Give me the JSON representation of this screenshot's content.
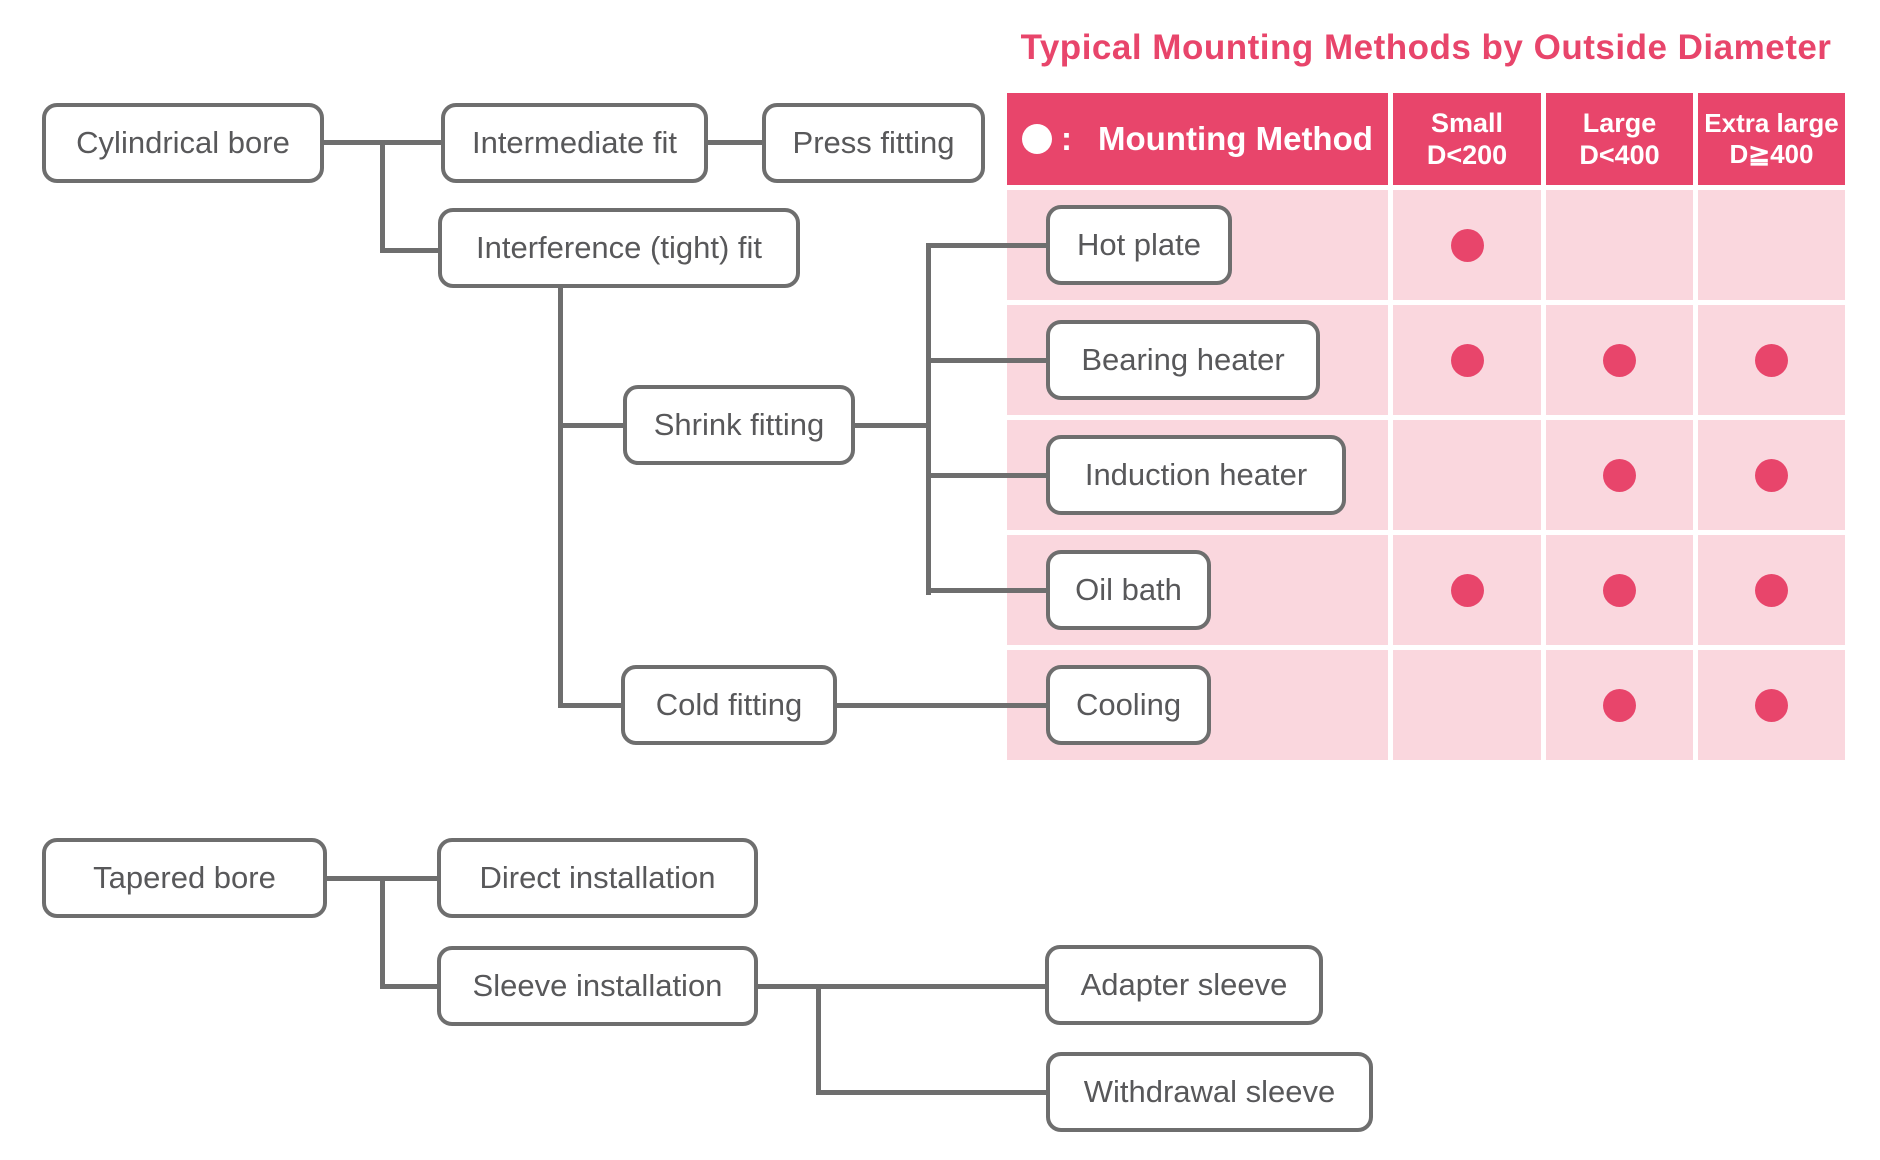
{
  "title": "Typical Mounting Methods by Outside Diameter",
  "flow": {
    "cylindrical_bore": "Cylindrical bore",
    "intermediate_fit": "Intermediate fit",
    "press_fitting": "Press fitting",
    "interference_fit": "Interference (tight) fit",
    "shrink_fitting": "Shrink fitting",
    "cold_fitting": "Cold fitting",
    "tapered_bore": "Tapered bore",
    "direct_installation": "Direct installation",
    "sleeve_installation": "Sleeve installation",
    "adapter_sleeve": "Adapter sleeve",
    "withdrawal_sleeve": "Withdrawal sleeve"
  },
  "table": {
    "legend_dot": "●",
    "legend_separator": ":",
    "legend_label": "Mounting Method",
    "columns": [
      {
        "name": "Small",
        "range": "D<200"
      },
      {
        "name": "Large",
        "range": "D<400"
      },
      {
        "name": "Extra large",
        "range": "D≧400"
      }
    ],
    "rows": [
      {
        "method": "Hot plate",
        "small": true,
        "large": false,
        "extra_large": false
      },
      {
        "method": "Bearing heater",
        "small": true,
        "large": true,
        "extra_large": true
      },
      {
        "method": "Induction heater",
        "small": false,
        "large": true,
        "extra_large": true
      },
      {
        "method": "Oil bath",
        "small": true,
        "large": true,
        "extra_large": true
      },
      {
        "method": "Cooling",
        "small": false,
        "large": true,
        "extra_large": true
      }
    ]
  },
  "colors": {
    "accent": "#e8456b",
    "row_bg": "#fad7de",
    "line_gray": "#6e6e6e",
    "text_gray": "#58585a"
  }
}
